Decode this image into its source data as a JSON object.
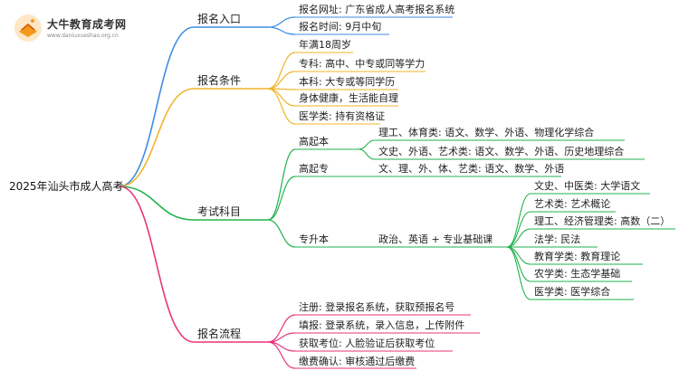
{
  "logo": {
    "title": "大牛教育成考网",
    "url": "www.daniuxueshao.org.cn"
  },
  "root": {
    "label": "2025年汕头市成人高考"
  },
  "branches": {
    "entry": {
      "label": "报名入口",
      "color": "#3b8ee0",
      "items": [
        "报名网址: 广东省成人高考报名系统",
        "报名时间: 9月中旬"
      ]
    },
    "conditions": {
      "label": "报名条件",
      "color": "#f0b429",
      "items": [
        "年满18周岁",
        "专科: 高中、中专或同等学力",
        "本科: 大专或等同学历",
        "身体健康，生活能自理",
        "医学类: 持有资格证"
      ]
    },
    "subjects": {
      "label": "考试科目",
      "color": "#22b24c",
      "gqb": {
        "label": "高起本",
        "items": [
          "理工、体育类: 语文、数学、外语、物理化学综合",
          "文史、外语、艺术类: 语文、数学、外语、历史地理综合"
        ]
      },
      "gqz": {
        "label": "高起专",
        "items": [
          "文、理、外、体、艺类: 语文、数学、外语"
        ]
      },
      "zsb": {
        "label": "专升本",
        "common": "政治、英语 + 专业基础课",
        "items": [
          "文史、中医类: 大学语文",
          "艺术类: 艺术概论",
          "理工、经济管理类: 高数（二）",
          "法学: 民法",
          "教育学类: 教育理论",
          "农学类: 生态学基础",
          "医学类: 医学综合"
        ]
      }
    },
    "process": {
      "label": "报名流程",
      "color": "#e8337a",
      "items": [
        "注册: 登录报名系统，获取预报名号",
        "填报: 登录系统，录入信息，上传附件",
        "获取考位: 人脸验证后获取考位",
        "缴费确认: 审核通过后缴费"
      ]
    }
  }
}
